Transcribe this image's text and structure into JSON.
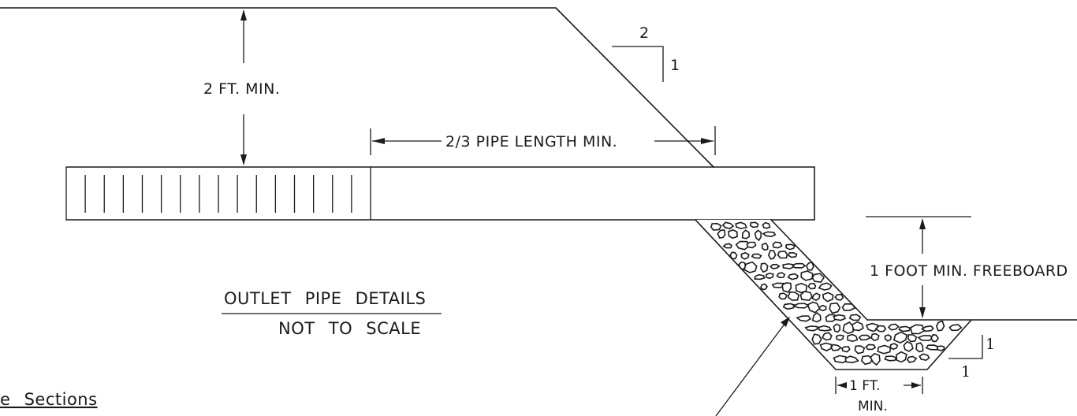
{
  "diagram": {
    "title": "OUTLET PIPE DETAILS",
    "subtitle": "NOT TO SCALE",
    "cover_label": "2 FT. MIN.",
    "pipe_length_label": "2/3 PIPE LENGTH MIN.",
    "freeboard_label": "1 FOOT MIN. FREEBOARD",
    "bottom_width_label": "1 FT.",
    "bottom_width_sub": "MIN.",
    "embankment_slope": {
      "run": "2",
      "rise": "1"
    },
    "channel_slope": {
      "rise": "1",
      "run": "1"
    },
    "cropped_caption": "e  Sections",
    "pipe_segment_count": 16
  }
}
